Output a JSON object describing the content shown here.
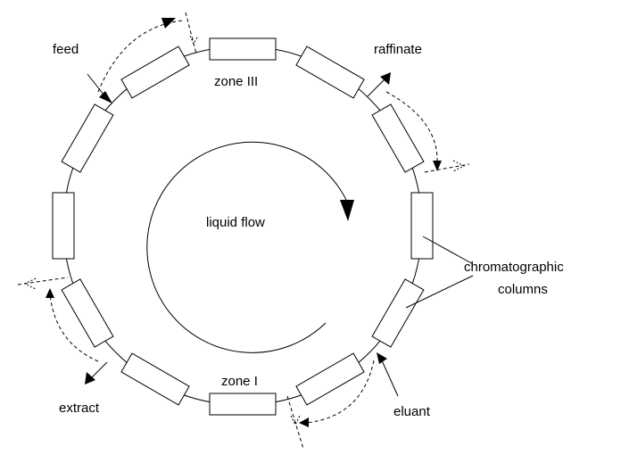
{
  "diagram": {
    "labels": {
      "feed": "feed",
      "raffinate": "raffinate",
      "zone_iii": "zone III",
      "liquid_flow": "liquid flow",
      "chromatographic": "chromatographic",
      "columns": "columns",
      "zone_i": "zone I",
      "extract": "extract",
      "eluant": "eluant"
    },
    "colors": {
      "stroke": "#000000",
      "background": "#ffffff"
    }
  }
}
